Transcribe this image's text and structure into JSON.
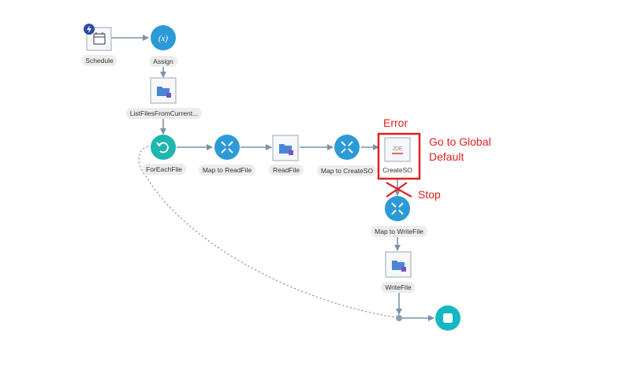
{
  "colors": {
    "connector": "#7a93a8",
    "circle_node": "#2c9ad6",
    "loop_node": "#1fb6b0",
    "end_node": "#14b8c4",
    "annotation": "#e02020",
    "label_bg": "#ececec"
  },
  "nodes": {
    "schedule": {
      "label": "Schedule",
      "icon": "calendar-icon",
      "badge_icon": "lightning-icon"
    },
    "assign": {
      "label": "Assign",
      "icon": "variable-icon",
      "glyph": "(x)"
    },
    "listfiles": {
      "label": "ListFilesFromCurrent...",
      "icon": "ftp-folder-icon"
    },
    "foreach": {
      "label": "ForEachFile",
      "icon": "loop-icon"
    },
    "map_readfile": {
      "label": "Map to ReadFile",
      "icon": "mapper-icon"
    },
    "readfile": {
      "label": "ReadFile",
      "icon": "ftp-folder-icon"
    },
    "map_createso": {
      "label": "Map to CreateSO",
      "icon": "mapper-icon"
    },
    "createso": {
      "label": "CreateSO",
      "icon": "jde-adapter-icon",
      "glyph": "JDE"
    },
    "map_writefile": {
      "label": "Map to WriteFile",
      "icon": "mapper-icon"
    },
    "writefile": {
      "label": "WriteFile",
      "icon": "ftp-folder-icon"
    },
    "end": {
      "icon": "stop-icon"
    }
  },
  "annotations": {
    "error": "Error",
    "go_to_global_line1": "Go to Global",
    "go_to_global_line2": "Default",
    "stop": "Stop"
  }
}
